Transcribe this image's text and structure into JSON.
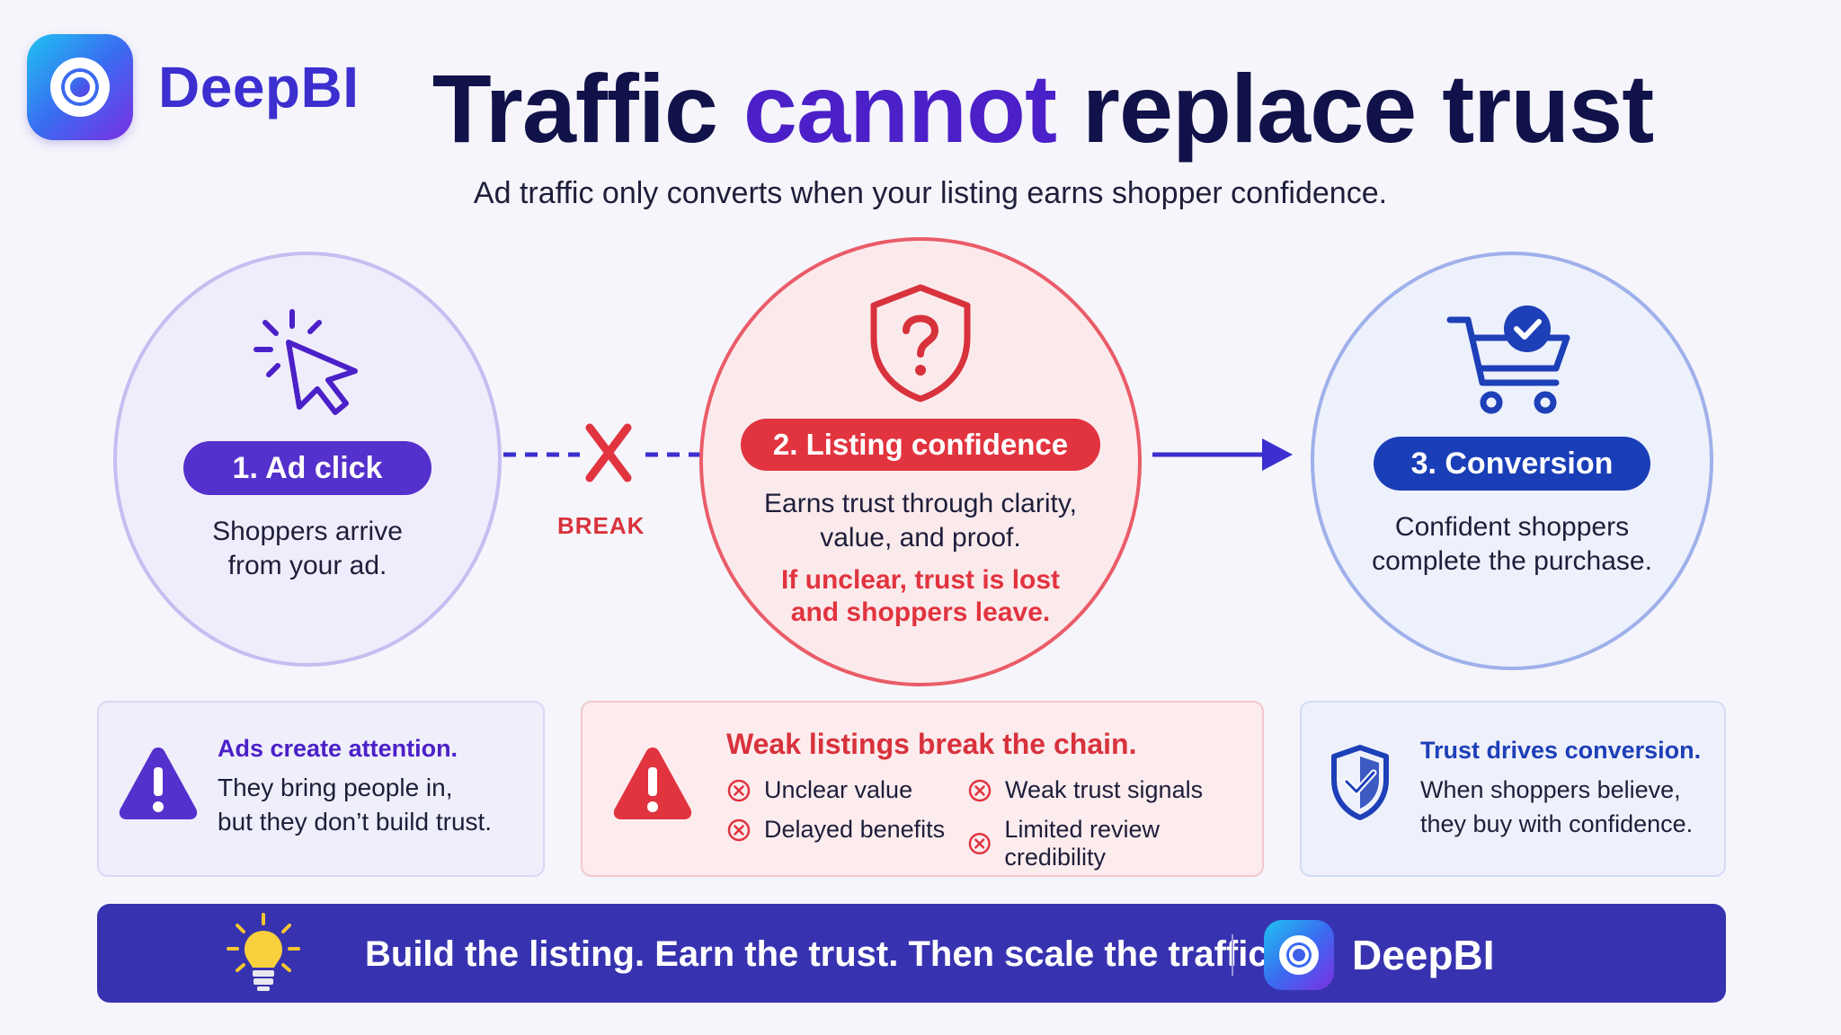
{
  "brand": {
    "name": "DeepBI"
  },
  "header": {
    "title_part1": "Traffic ",
    "title_accent": "cannot",
    "title_part2": " replace trust",
    "subtitle": "Ad traffic only converts when your listing earns shopper confidence."
  },
  "steps": [
    {
      "label": "1.  Ad click",
      "desc_line1": "Shoppers arrive",
      "desc_line2": "from your ad.",
      "icon": "cursor-click-icon"
    },
    {
      "label": "2.  Listing confidence",
      "desc_line1": "Earns trust through clarity,",
      "desc_line2": "value, and proof.",
      "warn_line1": "If unclear, trust is lost",
      "warn_line2": "and shoppers leave.",
      "icon": "shield-question-icon"
    },
    {
      "label": "3.  Conversion",
      "desc_line1": "Confident shoppers",
      "desc_line2": "complete the purchase.",
      "icon": "cart-check-icon"
    }
  ],
  "connector": {
    "break_label": "BREAK"
  },
  "cards": {
    "ads": {
      "title": "Ads create attention.",
      "body_line1": "They bring people in,",
      "body_line2": "but they don’t build trust."
    },
    "weak": {
      "title": "Weak listings break the chain.",
      "bullets": [
        "Unclear value",
        "Weak trust signals",
        "Delayed benefits",
        "Limited review credibility"
      ]
    },
    "trust": {
      "title": "Trust drives conversion.",
      "body_line1": "When shoppers believe,",
      "body_line2": "they buy with confidence."
    }
  },
  "banner": {
    "text": "Build the listing. Earn the trust. Then scale the traffic."
  },
  "colors": {
    "purple": "#4b20c8",
    "red": "#e1343f",
    "blue": "#1d3fb8",
    "banner": "#3733b0"
  }
}
